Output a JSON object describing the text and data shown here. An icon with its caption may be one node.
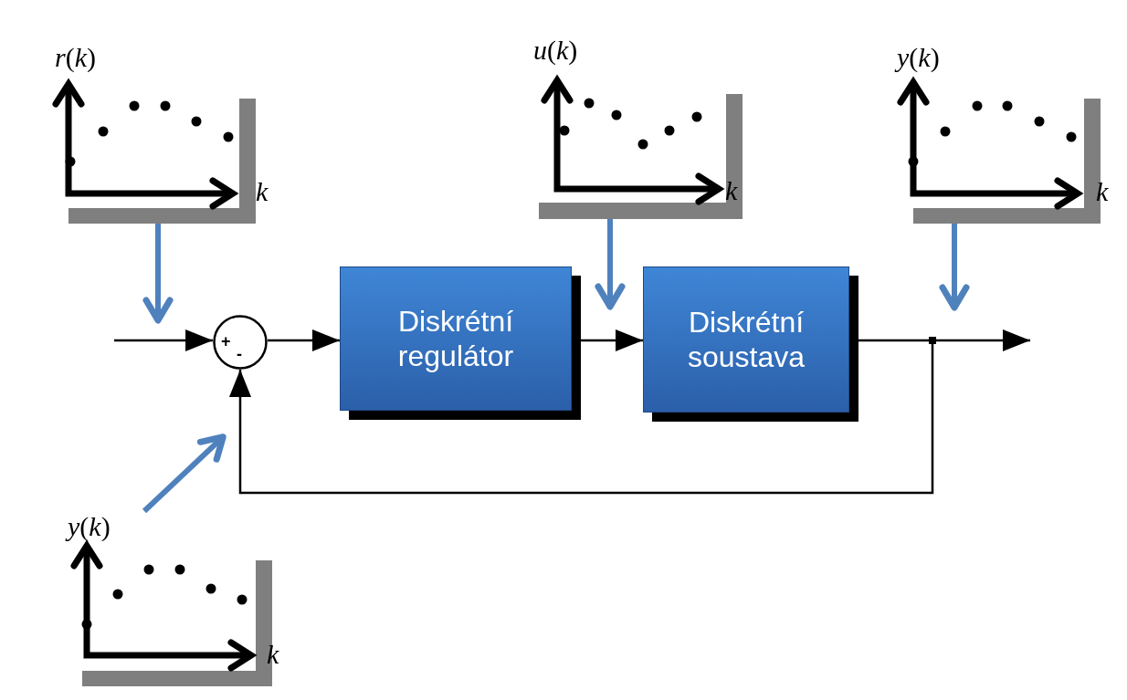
{
  "diagram": {
    "nodes": [
      {
        "text": [
          "+",
          "-"
        ]
      },
      {
        "text": [
          "Diskrétní regulátor"
        ]
      },
      {
        "text": [
          "Diskrétní soustava"
        ]
      },
      {
        "text": [],
        "shape": "box"
      },
      {
        "text": [
          "*r*(*k*)",
          "k"
        ]
      },
      {
        "text": [
          "*u*(*k*)",
          "k"
        ]
      },
      {
        "text": [
          "*y*(*k*)",
          "k"
        ]
      },
      {
        "text": [
          "*y*(*k*)",
          "k"
        ]
      }
    ],
    "edges": [
      {
        "from": null,
        "to": 0,
        "arrow": "to"
      },
      {
        "from": 0,
        "to": 1,
        "arrow": "to"
      },
      {
        "from": 1,
        "to": 2,
        "arrow": "to"
      },
      {
        "from": 2,
        "to": 3,
        "arrow": "none"
      },
      {
        "from": 3,
        "to": null,
        "arrow": "to"
      },
      {
        "from": 3,
        "to": 0,
        "arrow": "to"
      },
      {
        "from": 4,
        "to": null,
        "arrow": "to",
        "style": "thick",
        "color": "#4f81bd"
      },
      {
        "from": 5,
        "to": 2,
        "arrow": "to",
        "style": "thick",
        "color": "#4f81bd"
      },
      {
        "from": 6,
        "to": 3,
        "arrow": "to",
        "style": "thick",
        "color": "#4f81bd"
      },
      {
        "from": 7,
        "to": null,
        "arrow": "to",
        "style": "thick",
        "color": "#4f81bd"
      }
    ]
  }
}
